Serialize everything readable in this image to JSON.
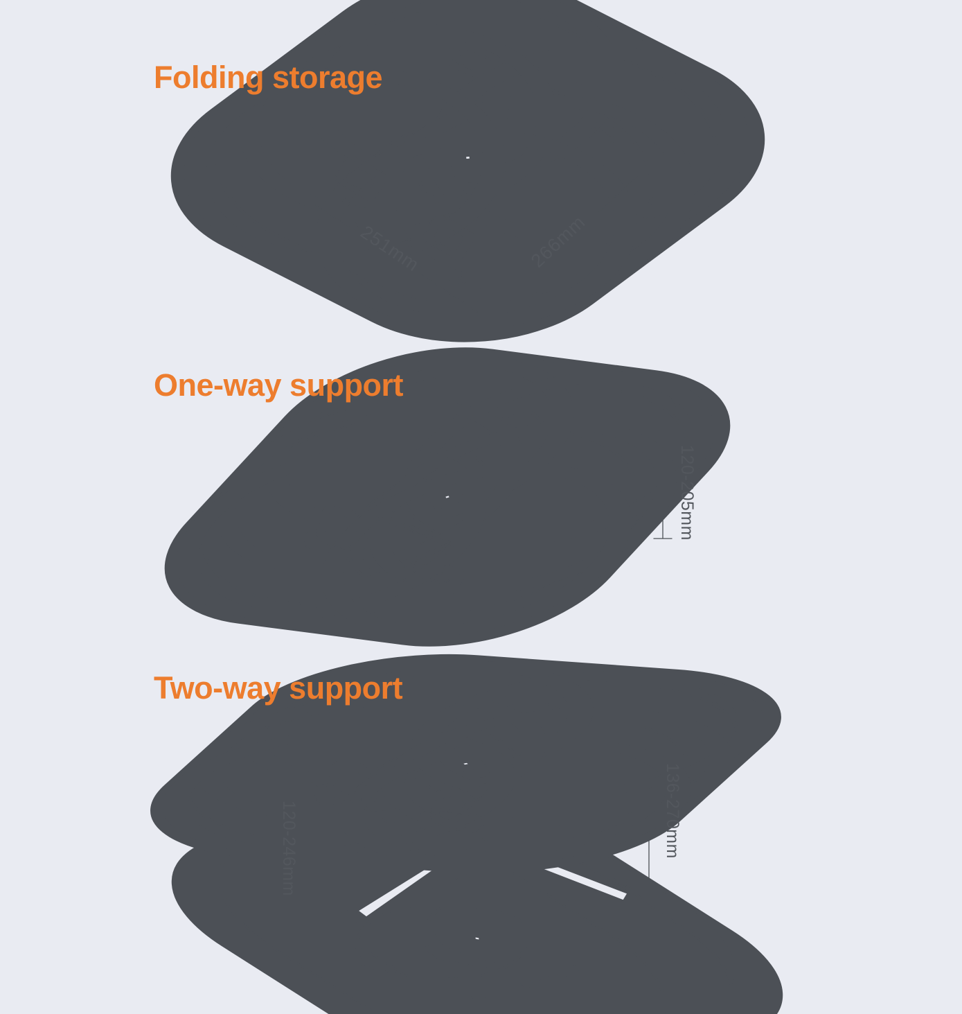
{
  "colors": {
    "background": "#e9ebf2",
    "accent": "#ed7d2e",
    "line": "#4c5056",
    "dim_text": "#53575d"
  },
  "sections": [
    {
      "title": "Folding storage",
      "dims": [
        {
          "label": "251mm"
        },
        {
          "label": "266mm"
        }
      ]
    },
    {
      "title": "One-way support",
      "dims": [
        {
          "label": "120-205mm"
        }
      ]
    },
    {
      "title": "Two-way support",
      "dims": [
        {
          "label": "120-246mm"
        },
        {
          "label": "136-270mm"
        }
      ]
    }
  ]
}
